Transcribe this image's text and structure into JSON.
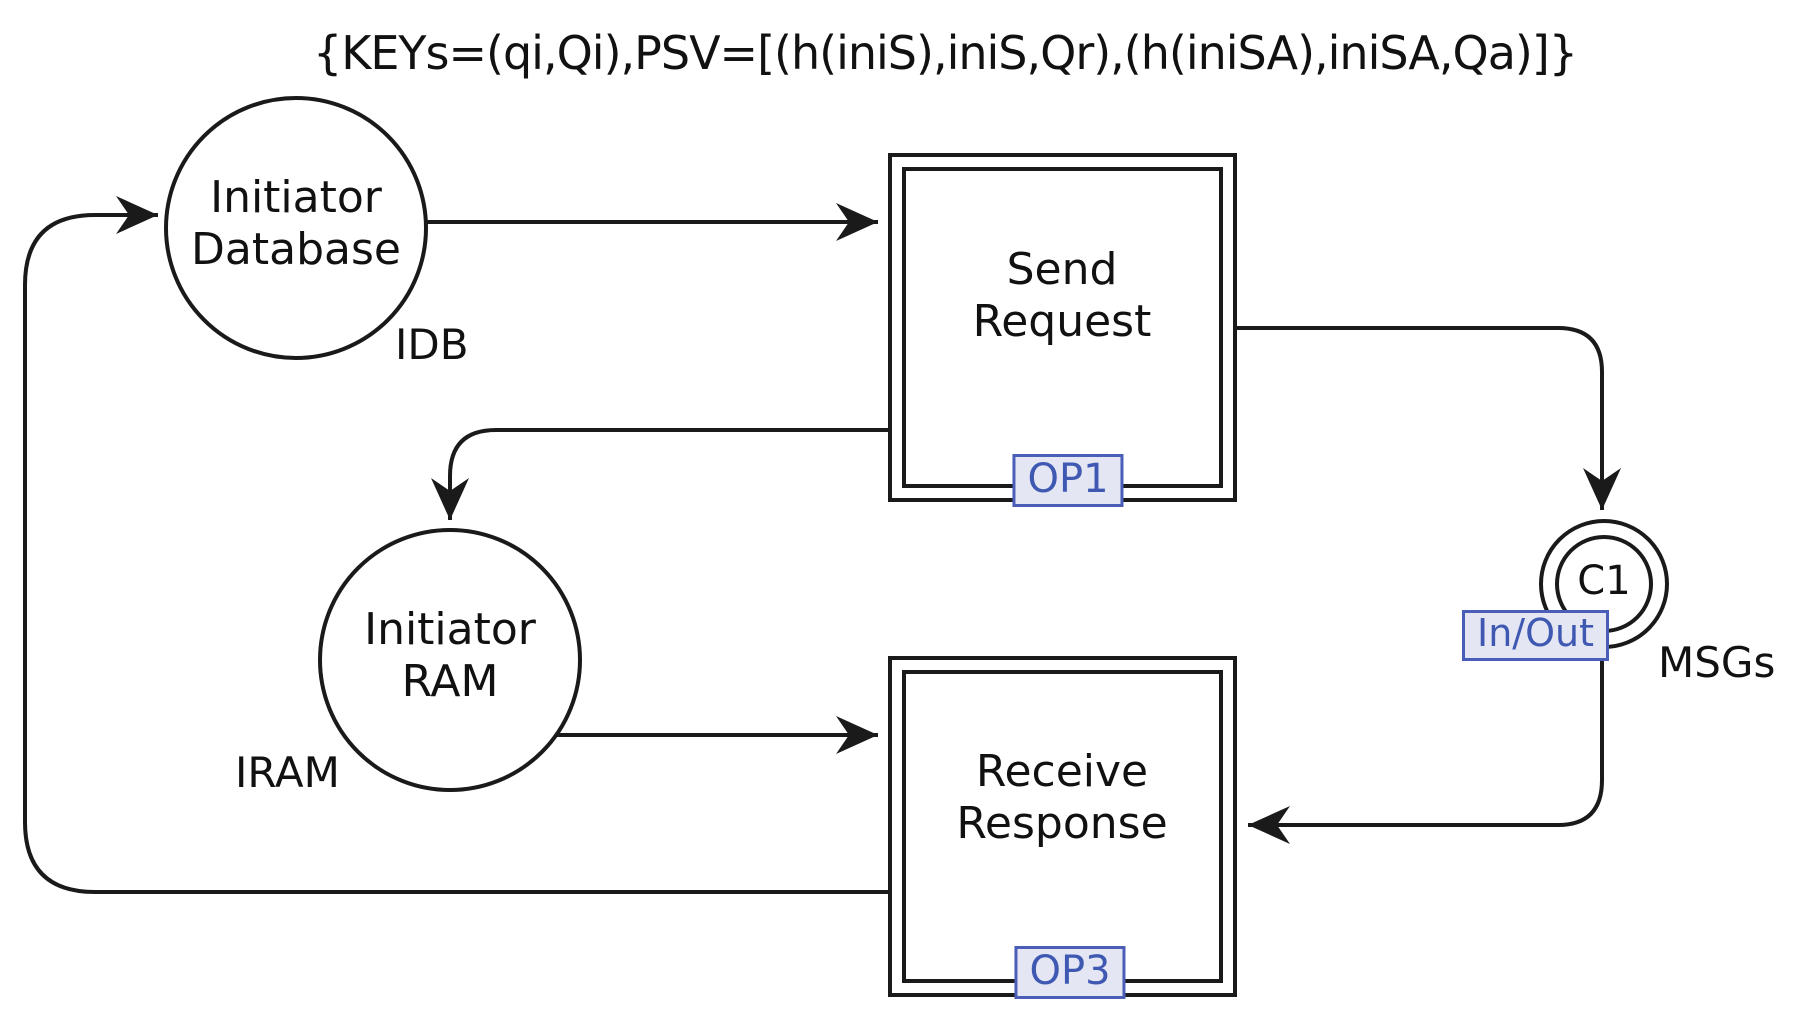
{
  "annotation": "{KEYs=(qi,Qi),PSV=[(h(iniS),iniS,Qr),(h(iniSA),iniSA,Qa)]}",
  "places": {
    "idb": {
      "name_line1": "Initiator",
      "name_line2": "Database",
      "tag": "IDB"
    },
    "iram": {
      "name_line1": "Initiator",
      "name_line2": "RAM",
      "tag": "IRAM"
    },
    "c1": {
      "name": "C1",
      "port_badge": "In/Out",
      "tag": "MSGs"
    }
  },
  "transitions": {
    "send_request": {
      "name_line1": "Send",
      "name_line2": "Request",
      "badge": "OP1"
    },
    "receive_response": {
      "name_line1": "Receive",
      "name_line2": "Response",
      "badge": "OP3"
    }
  },
  "colors": {
    "line": "#1a1a1a",
    "badge_border": "#4a5eb8",
    "badge_fill": "#e4e6f4",
    "badge_text": "#3f59b2"
  }
}
